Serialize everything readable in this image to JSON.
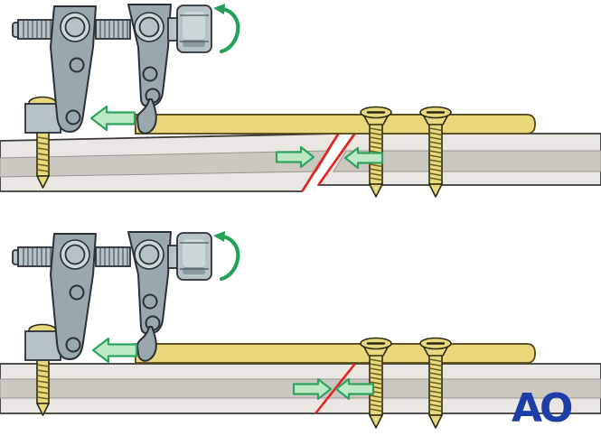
{
  "figure": {
    "type": "medical-illustration",
    "subject": "Compression of a transverse/oblique fracture with a plate and an articulated tensioning device",
    "panels": [
      {
        "name": "panel-top",
        "state": "device hooked to plate, fracture gap still open"
      },
      {
        "name": "panel-bottom",
        "state": "nut tightened, fracture gap closed and compressed"
      }
    ]
  },
  "logo": {
    "text": "AO",
    "color": "#1d3ea6"
  },
  "icons": {
    "rotation_arrow": "turn-nut rotation arrow",
    "pull_arrow": "pull-plate-toward-foot arrow",
    "compression_arrows": "opposing compression arrows at fracture line",
    "fracture_line": "red fracture line"
  },
  "colors": {
    "bg": "#ffffff",
    "outline": "#2b3036",
    "metal": "#9aa7ad",
    "metal-mid": "#b6c2c6",
    "metal-light": "#cdd6d9",
    "metal-shade": "#8d9aa0",
    "bone": "#eae7e2",
    "bone-shadow": "#cbc8c2",
    "bone-line": "#98958f",
    "bone-outline": "#3a3a38",
    "plate": "#e9d87a",
    "plate-dark": "#c7b450",
    "plate-hole": "#f3ea9f",
    "plate-outline": "#55491d",
    "screw": "#e6d97e",
    "screw-dark": "#6b5f22",
    "screw-outline": "#2e2a10",
    "arrow-fill": "#bde8c6",
    "arrow-stroke": "#2fa25e",
    "rotation": "#23a159",
    "fracture": "#e62320",
    "logo": "#1d3ea6"
  }
}
